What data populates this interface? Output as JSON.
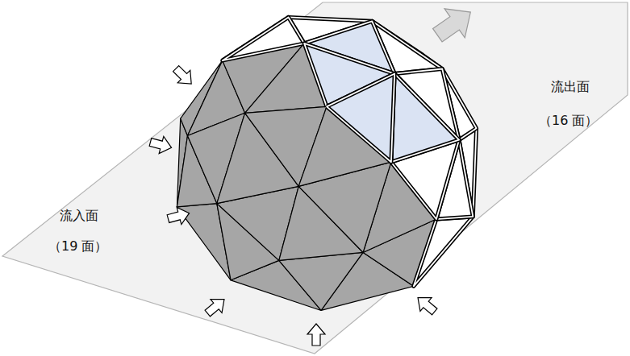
{
  "diagram": {
    "labels": [
      "流出面",
      "（16 面）",
      "流入面",
      "（19 面）"
    ]
  }
}
